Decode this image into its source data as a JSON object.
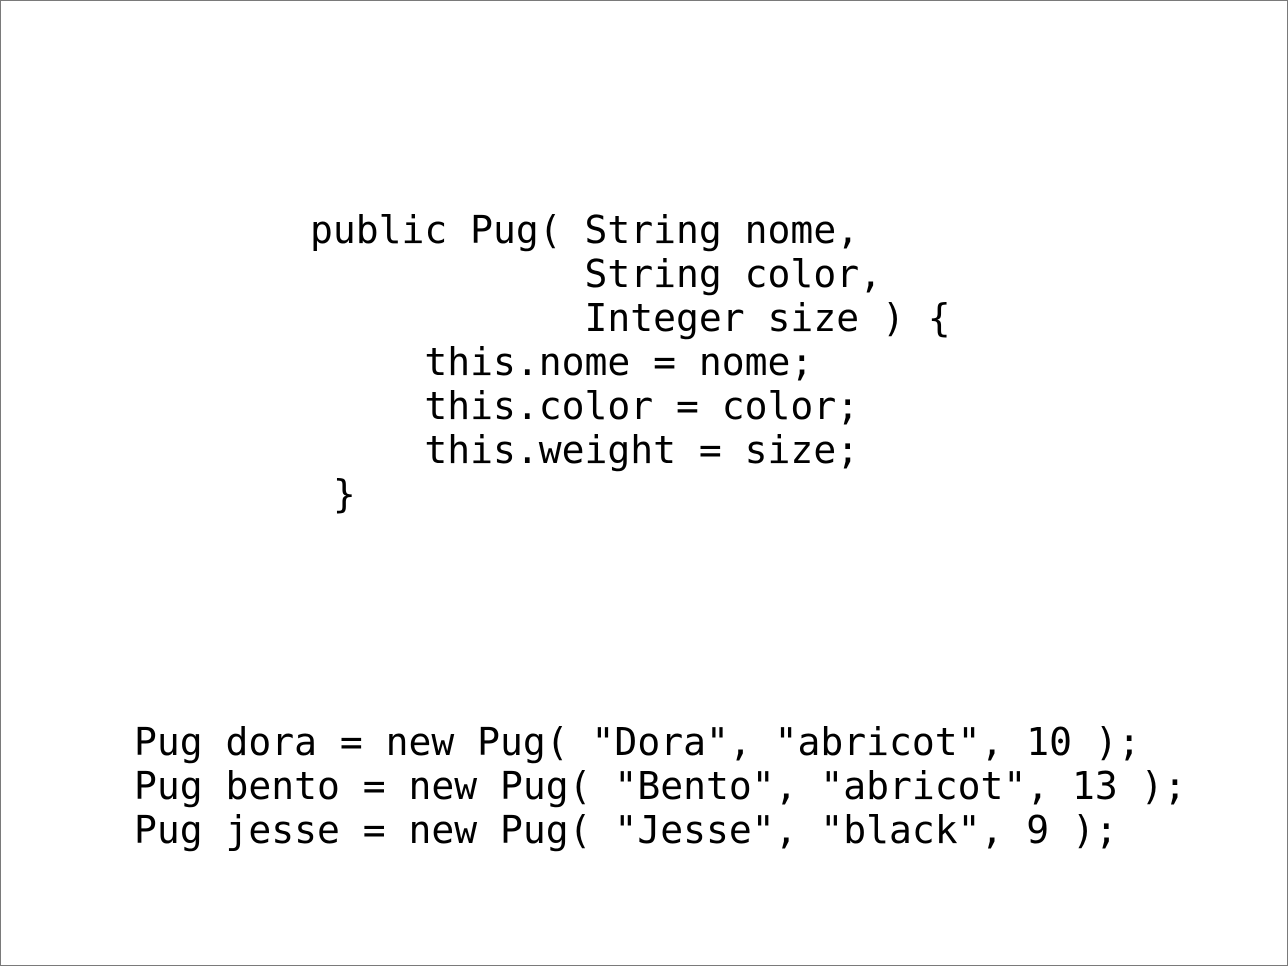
{
  "colors": {
    "background": "#ffffff",
    "text": "#000000",
    "border": "#7a7a7a"
  },
  "constructor_code": {
    "lines": [
      "public Pug( String nome,",
      "            String color,",
      "            Integer size ) {",
      "     this.nome = nome;",
      "     this.color = color;",
      "     this.weight = size;",
      " }"
    ]
  },
  "instance_code": {
    "lines": [
      "Pug dora = new Pug( \"Dora\", \"abricot\", 10 );",
      "Pug bento = new Pug( \"Bento\", \"abricot\", 13 );",
      "Pug jesse = new Pug( \"Jesse\", \"black\", 9 );"
    ]
  }
}
